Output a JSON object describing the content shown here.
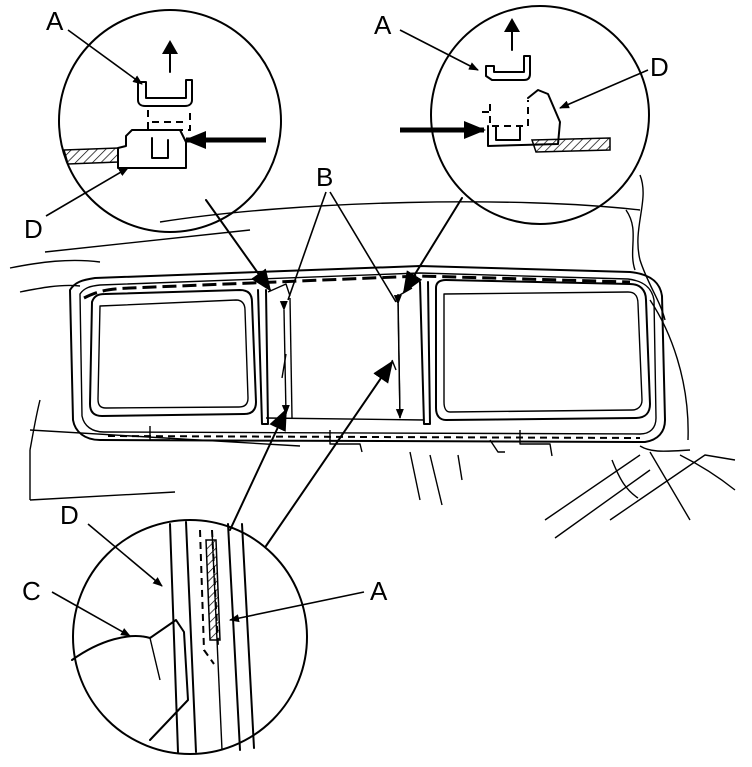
{
  "labels": {
    "top_left_a": "A",
    "top_left_d": "D",
    "top_right_a": "A",
    "top_right_d": "D",
    "center_b": "B",
    "bottom_d": "D",
    "bottom_c": "C",
    "bottom_a": "A"
  }
}
